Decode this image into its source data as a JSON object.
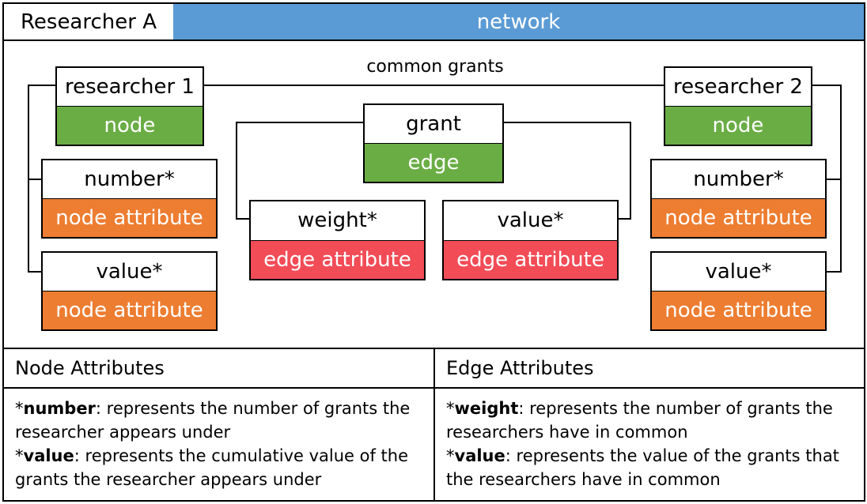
{
  "header": {
    "left_label": "Researcher A",
    "right_label": "network"
  },
  "edge_label": "common grants",
  "researcher1": {
    "name": "researcher 1",
    "type": "node",
    "attrs": [
      {
        "name": "number*",
        "type": "node attribute"
      },
      {
        "name": "value*",
        "type": "node attribute"
      }
    ]
  },
  "researcher2": {
    "name": "researcher 2",
    "type": "node",
    "attrs": [
      {
        "name": "number*",
        "type": "node attribute"
      },
      {
        "name": "value*",
        "type": "node attribute"
      }
    ]
  },
  "grant": {
    "name": "grant",
    "type": "edge",
    "attrs": [
      {
        "name": "weight*",
        "type": "edge attribute"
      },
      {
        "name": "value*",
        "type": "edge attribute"
      }
    ]
  },
  "legend": {
    "node": {
      "title": "Node Attributes",
      "items": [
        {
          "prefix": "*",
          "term": "number",
          "text": ": represents the number of grants the researcher appears under"
        },
        {
          "prefix": "*",
          "term": "value",
          "text": ": represents the cumulative value of the grants the researcher appears under"
        }
      ]
    },
    "edge": {
      "title": "Edge Attributes",
      "items": [
        {
          "prefix": "*",
          "term": "weight",
          "text": ": represents the number of grants the researchers have in common"
        },
        {
          "prefix": "*",
          "term": "value",
          "text": ": represents the value of the grants that the researchers have in common"
        }
      ]
    }
  },
  "colors": {
    "header": "#5b9bd5",
    "node": "#6aad45",
    "node_attribute": "#ed7d31",
    "edge_attribute": "#f24c57"
  }
}
